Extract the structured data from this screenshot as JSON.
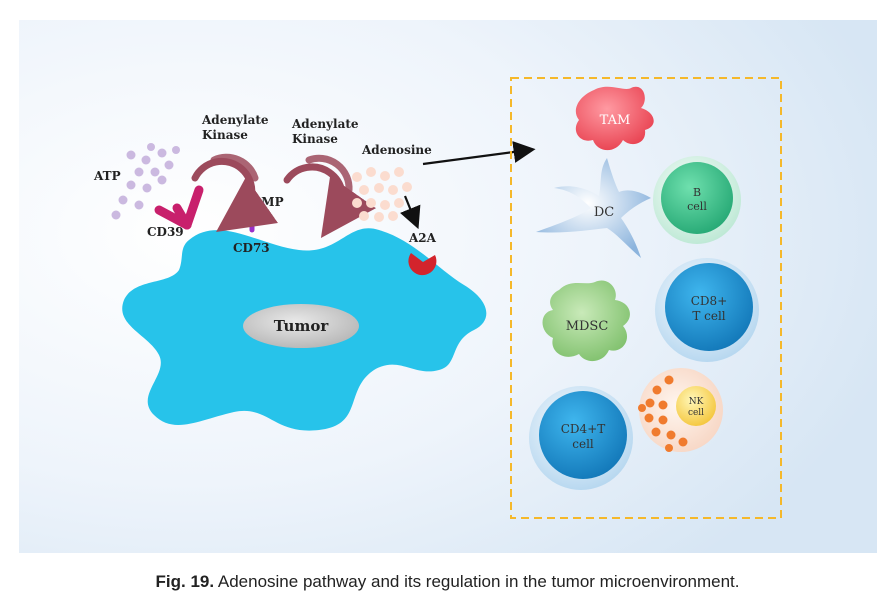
{
  "pathway": {
    "atp": "ATP",
    "cd39": "CD39",
    "amp": "AMP",
    "cd73": "CD73",
    "kinase1_line1": "Adenylate",
    "kinase1_line2": "Kinase",
    "kinase2_line1": "Adenylate",
    "kinase2_line2": "Kinase",
    "adenosine": "Adenosine",
    "a2a": "A2A",
    "tumor": "Tumor"
  },
  "cells": {
    "tam": "TAM",
    "dc": "DC",
    "mdsc": "MDSC",
    "b_line1": "B",
    "b_line2": "cell",
    "cd8_line1": "CD8+",
    "cd8_line2": "T cell",
    "nk_line1": "NK",
    "nk_line2": "cell",
    "cd4_line1": "CD4+T",
    "cd4_line2": "cell"
  },
  "caption": {
    "label": "Fig. 19.",
    "text": "Adenosine pathway and its regulation in the tumor microenvironment."
  },
  "colors": {
    "tumor": "#27c3ea",
    "cd39": "#c8206c",
    "cd73": "#9a30c8",
    "arrow": "#9c4a5c",
    "a2a": "#d3242c",
    "tam": "#ef4b59",
    "mdsc": "#8cc97b",
    "b_cell": "#3fc68d",
    "t_cell": "#1f8fd0",
    "nk_dots": "#f07b2e",
    "box_border": "#f5b82a"
  }
}
